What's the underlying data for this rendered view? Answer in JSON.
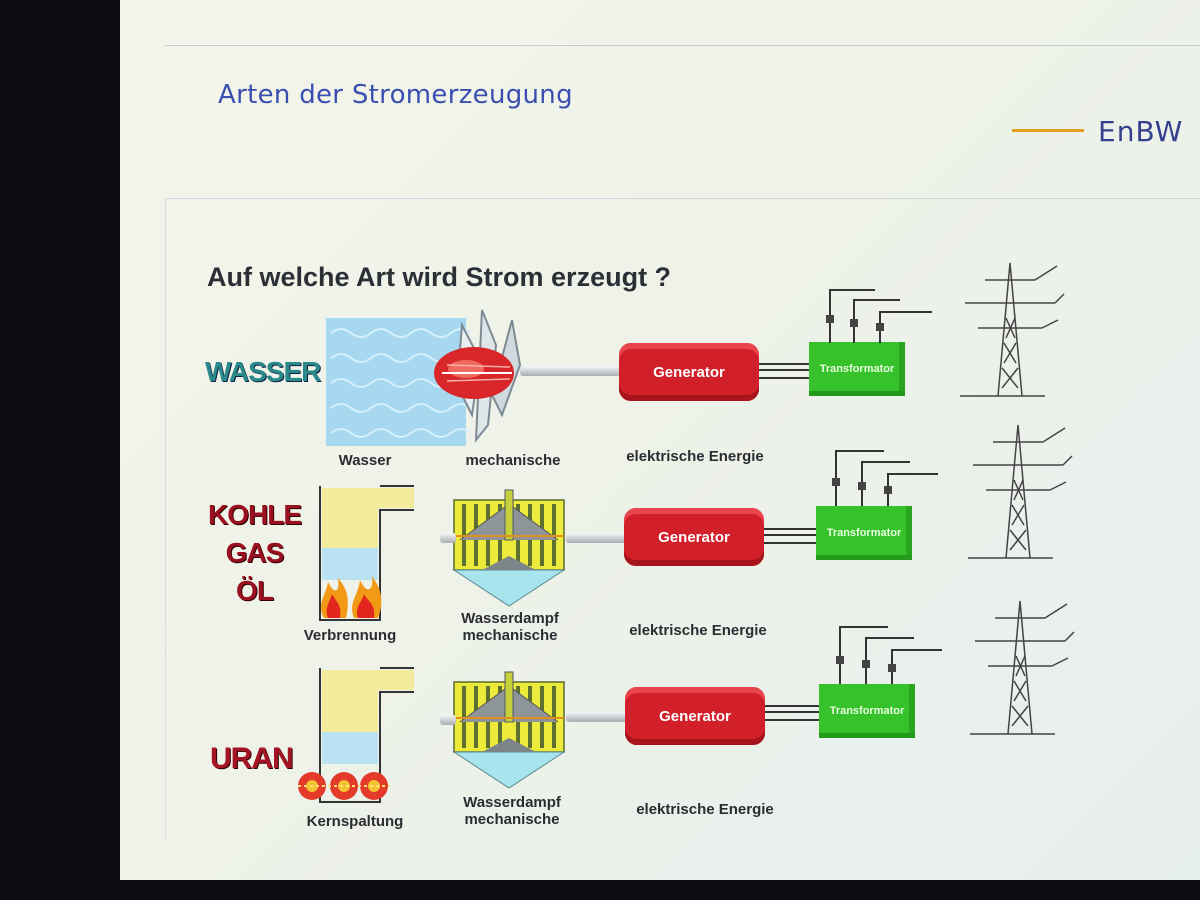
{
  "slide": {
    "title": "Arten der Stromerzeugung",
    "logo": "EnBW",
    "question": "Auf welche Art wird Strom erzeugt ?"
  },
  "rows": [
    {
      "source_label": "WASSER",
      "captions": [
        "Wasser",
        "mechanische",
        "elektrische Energie"
      ],
      "generator": "Generator",
      "transformer": "Transformator"
    },
    {
      "source_lines": [
        "KOHLE",
        "GAS",
        "ÖL"
      ],
      "captions": [
        "Verbrennung",
        "Wasserdampf",
        "mechanische",
        "elektrische Energie"
      ],
      "generator": "Generator",
      "transformer": "Transformator"
    },
    {
      "source_label": "URAN",
      "captions": [
        "Kernspaltung",
        "Wasserdampf",
        "mechanische",
        "elektrische Energie"
      ],
      "generator": "Generator",
      "transformer": "Transformator"
    }
  ],
  "colors": {
    "title": "#3a4fb0",
    "logo_text": "#34408e",
    "logo_line": "#e0a020",
    "generator": "#d2202a",
    "transformer": "#35c22a",
    "water": "#2a8a8a",
    "fossil": "#9a1020"
  },
  "icons": [
    "turbine-icon",
    "water-icon",
    "boiler-icon",
    "flame-icon",
    "reactor-icon",
    "steam-turbine-icon",
    "power-pylon-icon"
  ]
}
